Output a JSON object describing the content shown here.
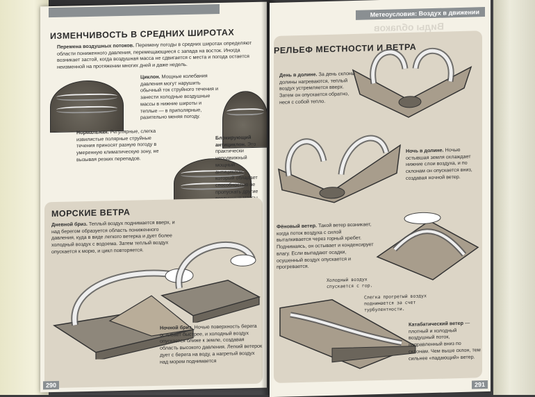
{
  "left_page": {
    "section1": {
      "title": "ИЗМЕНЧИВОСТЬ В СРЕДНИХ ШИРОТАХ",
      "intro_bold": "Перемена воздушных потоков.",
      "intro_text": " Перемену погоды в средних широтах определяют области пониженного давления, перемещающиеся с запада на восток. Иногда возникает застой, когда воздушная масса не сдвигается с места и погода остается неизменной на протяжении многих дней и даже недель.",
      "normal_bold": "Нормальная.",
      "normal_text": " Регулярные, слегка извилистые полярные струйные течения приносят разную погоду в умеренную климатическую зону, не вызывая резких перепадов.",
      "cyclone_bold": "Циклон.",
      "cyclone_text": " Мощные колебания давления могут нарушить обычный ток струйного течения и занести холодные воздушные массы в нижние широты и теплые — в приполярные, разительно меняя погоду.",
      "block_bold": "Блокирующий антициклон.",
      "block_text": " Это практически неподвижный мощный антициклон, который обладает способностью не пропускать другие воздушные массы на свою территорию."
    },
    "section2": {
      "title": "МОРСКИЕ ВЕТРА",
      "day_bold": "Дневной бриз.",
      "day_text": " Теплый воздух поднимается вверх, и над берегом образуется область пониженного давления, куда в виде легкого ветерка и дует более холодный воздух с водоема. Затем теплый воздух опускается к морю, и цикл повторяется.",
      "night_bold": "Ночной бриз.",
      "night_text": " Ночью поверхность берега остывает быстрее, и холодный воздух опускается ближе к земле, создавая область высокого давления. Легкий ветерок дует с берега на воду, а нагретый воздух над морем поднимается"
    },
    "page_number": "290"
  },
  "right_page": {
    "header": "Метеоусловия: Воздух в движении",
    "ghost_text": "Виды облаков",
    "section1": {
      "title": "РЕЛЬЕФ МЕСТНОСТИ И ВЕТРА",
      "day_valley_bold": "День в долине.",
      "day_valley_text": " За день склоны долины нагреваются, теплый воздух устремляется вверх. Затем он опускается обратно, неся с собой тепло.",
      "night_valley_bold": "Ночь в долине.",
      "night_valley_text": " Ночью остывшая земля охлаждает нижние слои воздуха, и по склонам он опускается вниз, создавая ночной ветер.",
      "foehn_bold": "Фёновый ветер.",
      "foehn_text": " Такой ветер возникает, когда поток воздуха с силой выталкивается через горный хребет. Поднимаясь, он остывает и конденсирует влагу. Если выпадают осадки, осушенный воздух опускается и прогревается.",
      "cold_air_label": "Холодный воздух спускается с гор.",
      "warm_air_label": "Слегка прогретый воздух поднимается за счет турбулентности.",
      "katabatic_bold": "Катабатический ветер",
      "katabatic_text": " — плотный и холодный воздушный поток, направленный вниз по склонам. Чем выше склон, тем сильнее «падающий» ветер."
    },
    "page_number": "291"
  },
  "colors": {
    "paper": "#f4f1e6",
    "panel": "#dcd5c6",
    "tab": "#8a8f92",
    "ink": "#2e2e2e"
  }
}
